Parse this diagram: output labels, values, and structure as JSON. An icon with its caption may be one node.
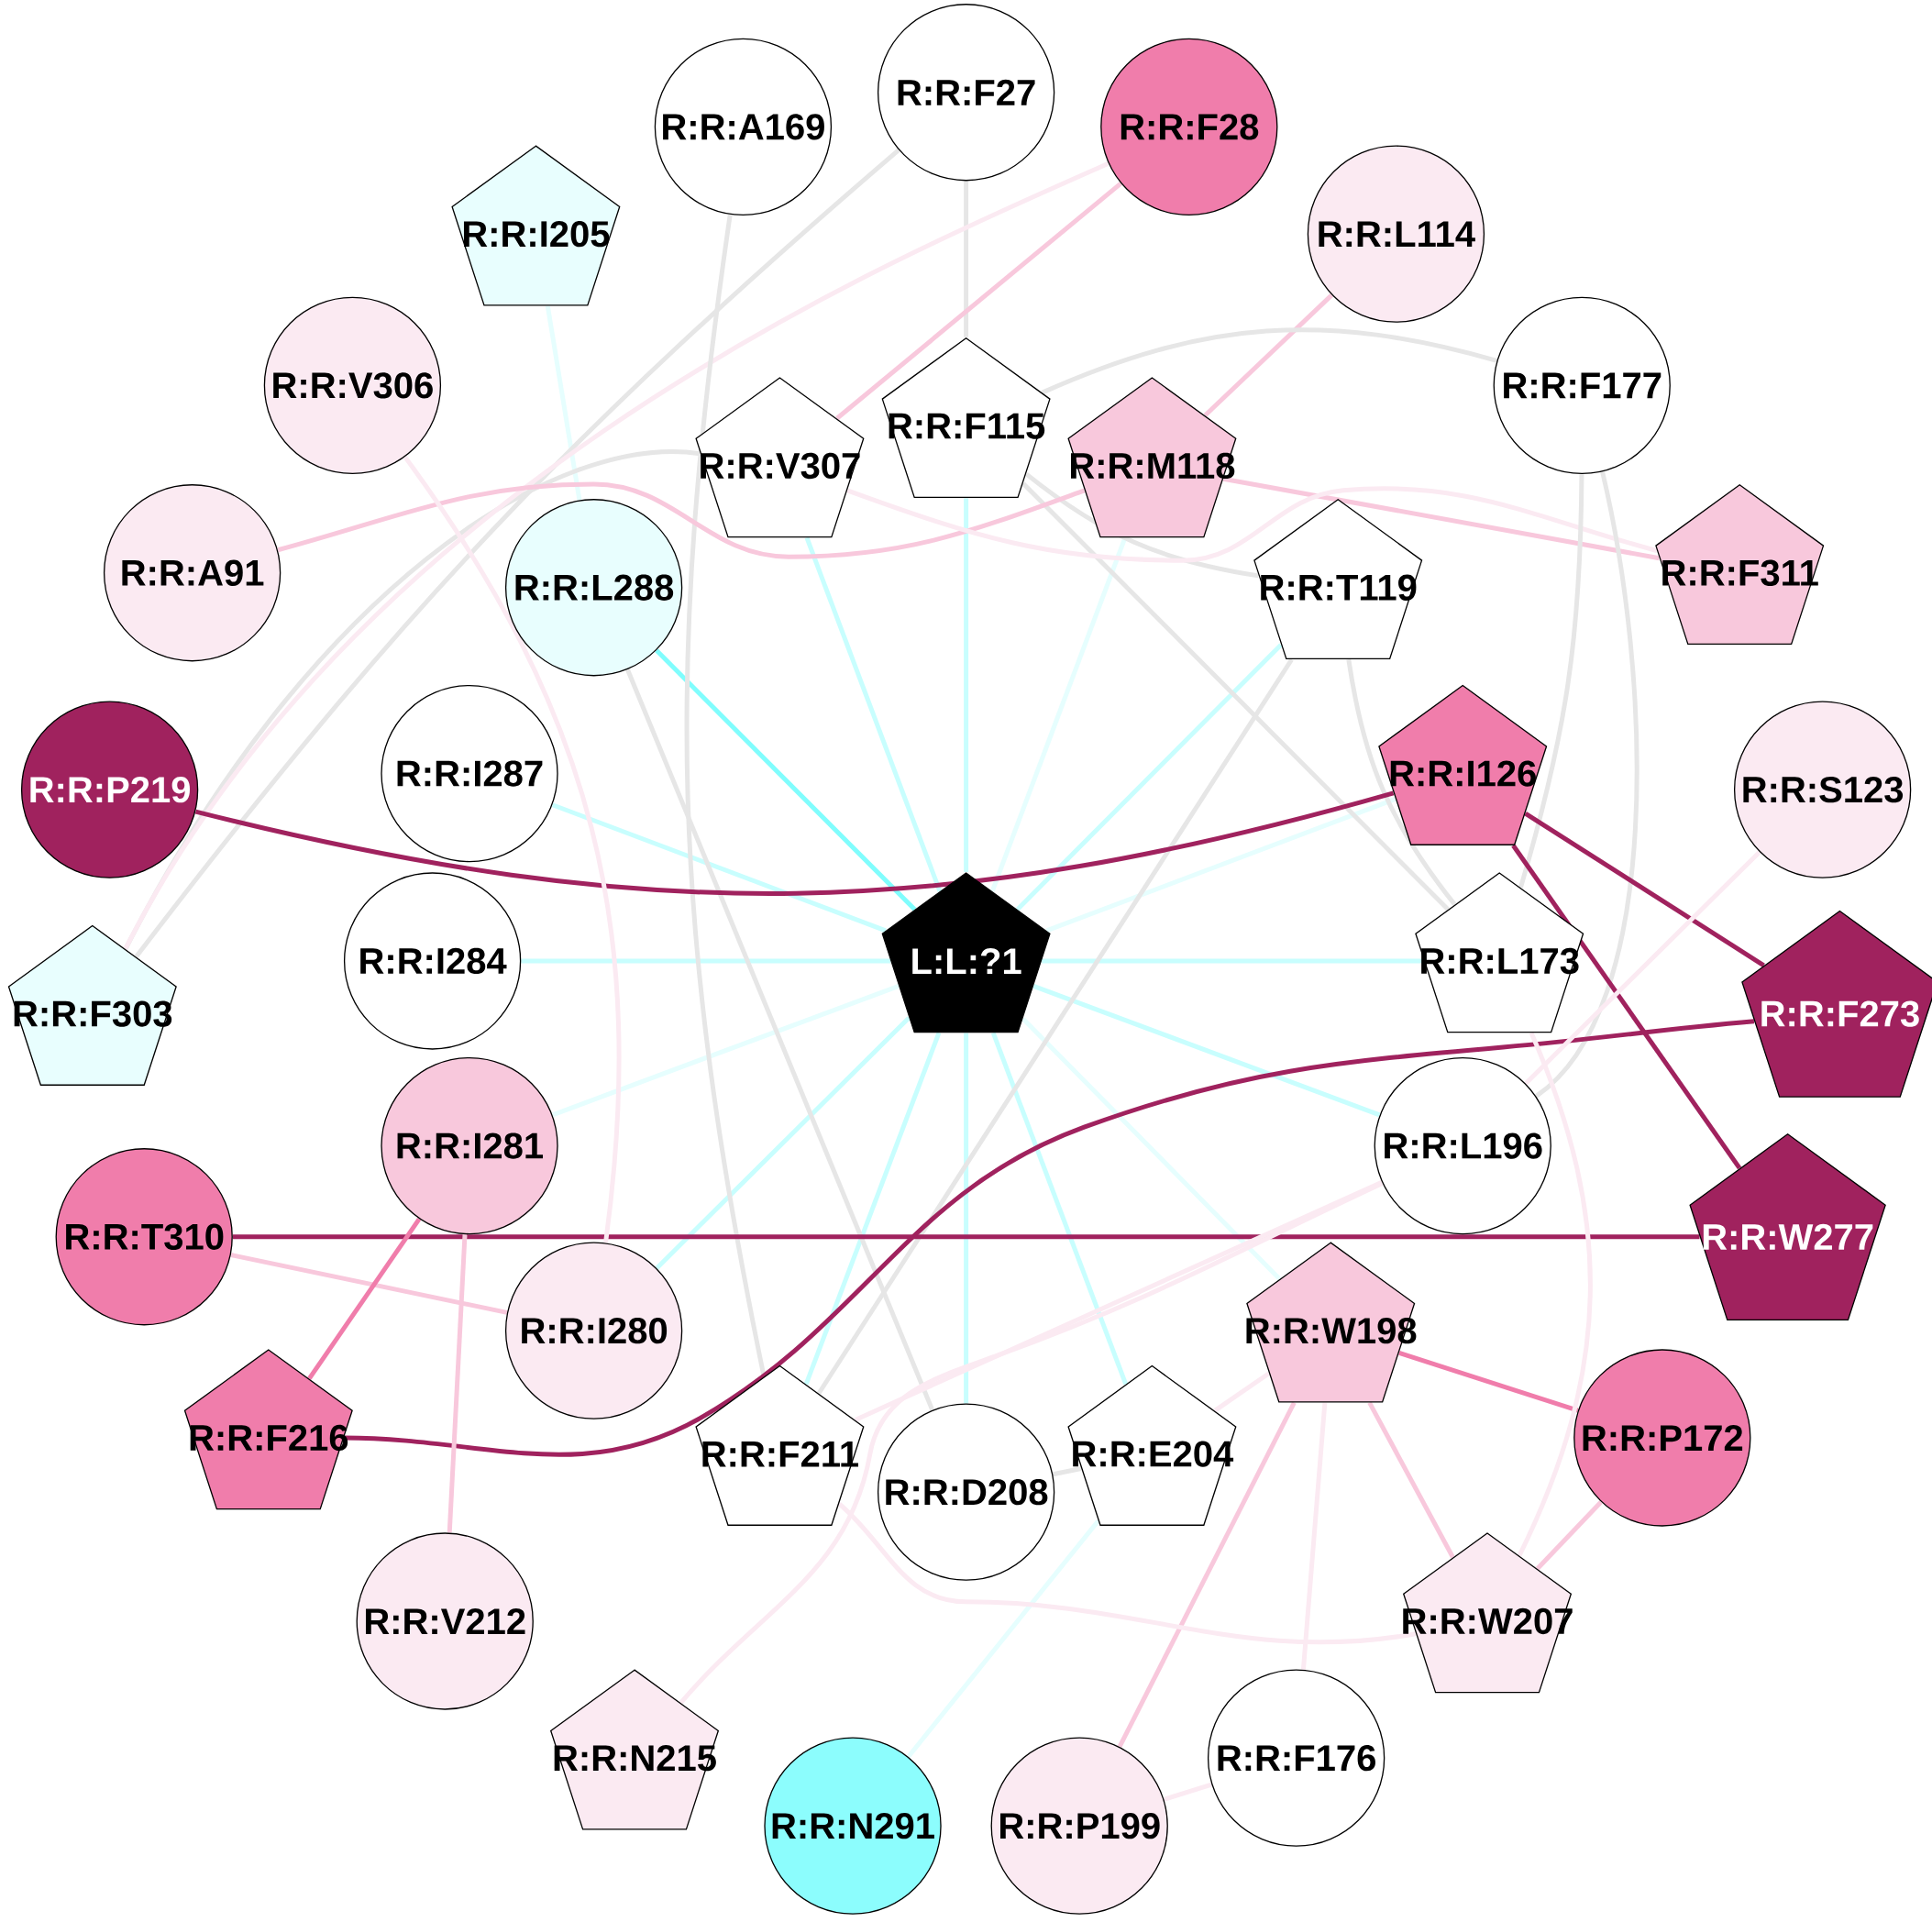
{
  "diagram": {
    "nodes": [
      {
        "text": [
          "R:R:F27"
        ]
      },
      {
        "text": [
          "R:R:A169"
        ]
      },
      {
        "text": [
          "R:R:F28"
        ]
      },
      {
        "text": [
          "R:R:I205"
        ]
      },
      {
        "text": [
          "R:R:L114"
        ]
      },
      {
        "text": [
          "R:R:V306"
        ]
      },
      {
        "text": [
          "R:R:F177"
        ]
      },
      {
        "text": [
          "R:R:F115"
        ]
      },
      {
        "text": [
          "R:R:V307"
        ]
      },
      {
        "text": [
          "R:R:M118"
        ]
      },
      {
        "text": [
          "R:R:A91"
        ]
      },
      {
        "text": [
          "R:R:F311"
        ]
      },
      {
        "text": [
          "R:R:L288"
        ]
      },
      {
        "text": [
          "R:R:T119"
        ]
      },
      {
        "text": [
          "R:R:I287"
        ]
      },
      {
        "text": [
          "R:R:I126"
        ]
      },
      {
        "text": [
          "R:R:P219"
        ]
      },
      {
        "text": [
          "R:R:S123"
        ]
      },
      {
        "text": [
          "R:R:I284"
        ]
      },
      {
        "text": [
          "L:L:?1"
        ]
      },
      {
        "text": [
          "R:R:L173"
        ]
      },
      {
        "text": [
          "R:R:F303"
        ]
      },
      {
        "text": [
          "R:R:F273"
        ]
      },
      {
        "text": [
          "R:R:I281"
        ]
      },
      {
        "text": [
          "R:R:L196"
        ]
      },
      {
        "text": [
          "R:R:T310"
        ]
      },
      {
        "text": [
          "R:R:W277"
        ]
      },
      {
        "text": [
          "R:R:I280"
        ]
      },
      {
        "text": [
          "R:R:W198"
        ]
      },
      {
        "text": [
          "R:R:F216"
        ]
      },
      {
        "text": [
          "R:R:P172"
        ]
      },
      {
        "text": [
          "R:R:F211"
        ]
      },
      {
        "text": [
          "R:R:E204"
        ]
      },
      {
        "text": [
          "R:R:D208"
        ]
      },
      {
        "text": [
          "R:R:V212"
        ]
      },
      {
        "text": [
          "R:R:W207"
        ]
      },
      {
        "text": [
          "R:R:N215"
        ]
      },
      {
        "text": [
          "R:R:F176"
        ]
      },
      {
        "text": [
          "R:R:N291"
        ]
      },
      {
        "text": [
          "R:R:P199"
        ]
      }
    ],
    "edges": [
      {
        "from": 19,
        "to": 12,
        "arrow": "none",
        "color": "#80fdfd"
      },
      {
        "from": 19,
        "to": 8,
        "arrow": "none",
        "color": "#c8fefe"
      },
      {
        "from": 19,
        "to": 7,
        "arrow": "none",
        "color": "#c8fefe"
      },
      {
        "from": 19,
        "to": 9,
        "arrow": "none",
        "color": "#e6fefe"
      },
      {
        "from": 19,
        "to": 13,
        "arrow": "none",
        "color": "#c8fefe"
      },
      {
        "from": 19,
        "to": 15,
        "arrow": "none",
        "color": "#e6fefe"
      },
      {
        "from": 19,
        "to": 20,
        "arrow": "none",
        "color": "#c8fefe"
      },
      {
        "from": 19,
        "to": 24,
        "arrow": "none",
        "color": "#c8fefe"
      },
      {
        "from": 19,
        "to": 28,
        "arrow": "none",
        "color": "#e6fefe"
      },
      {
        "from": 19,
        "to": 32,
        "arrow": "none",
        "color": "#c8fefe"
      },
      {
        "from": 19,
        "to": 33,
        "arrow": "none",
        "color": "#c8fefe"
      },
      {
        "from": 19,
        "to": 31,
        "arrow": "none",
        "color": "#c8fefe"
      },
      {
        "from": 19,
        "to": 27,
        "arrow": "none",
        "color": "#c8fefe"
      },
      {
        "from": 19,
        "to": 23,
        "arrow": "none",
        "color": "#e6fefe"
      },
      {
        "from": 19,
        "to": 18,
        "arrow": "none",
        "color": "#c8fefe"
      },
      {
        "from": 19,
        "to": 14,
        "arrow": "none",
        "color": "#c8fefe"
      },
      {
        "from": 3,
        "to": 12,
        "arrow": "none",
        "color": "#e6fefe"
      },
      {
        "from": 38,
        "to": 32,
        "arrow": "none",
        "color": "#e6fefe"
      },
      {
        "from": 0,
        "to": 7,
        "arrow": "none",
        "color": "#e6e6e6"
      },
      {
        "from": 0,
        "to": 21,
        "arrow": "none",
        "color": "#e6e6e6"
      },
      {
        "from": 8,
        "to": 21,
        "arrow": "none",
        "color": "#e6e6e6"
      },
      {
        "from": 2,
        "to": 21,
        "arrow": "none",
        "color": "#fbeaf2"
      },
      {
        "from": 1,
        "to": 31,
        "arrow": "none",
        "color": "#e6e6e6"
      },
      {
        "from": 2,
        "to": 8,
        "arrow": "none",
        "color": "#f8c8dc"
      },
      {
        "from": 4,
        "to": 9,
        "arrow": "none",
        "color": "#f8c8dc"
      },
      {
        "from": 7,
        "to": 6,
        "arrow": "none",
        "color": "#e6e6e6"
      },
      {
        "from": 7,
        "to": 20,
        "arrow": "none",
        "color": "#e6e6e6"
      },
      {
        "from": 7,
        "to": 13,
        "arrow": "none",
        "color": "#e6e6e6"
      },
      {
        "from": 10,
        "to": 9,
        "arrow": "none",
        "color": "#f8c8dc"
      },
      {
        "from": 9,
        "to": 11,
        "arrow": "none",
        "color": "#f8c8dc"
      },
      {
        "from": 8,
        "to": 11,
        "arrow": "none",
        "color": "#fbeaf2"
      },
      {
        "from": 12,
        "to": 33,
        "arrow": "none",
        "color": "#e6e6e6"
      },
      {
        "from": 13,
        "to": 31,
        "arrow": "none",
        "color": "#e6e6e6"
      },
      {
        "from": 13,
        "to": 20,
        "arrow": "none",
        "color": "#e6e6e6"
      },
      {
        "from": 6,
        "to": 20,
        "arrow": "none",
        "color": "#e6e6e6"
      },
      {
        "from": 6,
        "to": 24,
        "arrow": "none",
        "color": "#e6e6e6"
      },
      {
        "from": 16,
        "to": 15,
        "arrow": "none",
        "color": "#a0225e"
      },
      {
        "from": 15,
        "to": 22,
        "arrow": "none",
        "color": "#a0225e"
      },
      {
        "from": 15,
        "to": 26,
        "arrow": "none",
        "color": "#a0225e"
      },
      {
        "from": 22,
        "to": 29,
        "arrow": "none",
        "color": "#a0225e"
      },
      {
        "from": 25,
        "to": 26,
        "arrow": "none",
        "color": "#a0225e"
      },
      {
        "from": 25,
        "to": 27,
        "arrow": "none",
        "color": "#f8c8dc"
      },
      {
        "from": 23,
        "to": 29,
        "arrow": "none",
        "color": "#f07dab"
      },
      {
        "from": 23,
        "to": 34,
        "arrow": "none",
        "color": "#f8c8dc"
      },
      {
        "from": 5,
        "to": 27,
        "arrow": "none",
        "color": "#fbeaf2"
      },
      {
        "from": 17,
        "to": 24,
        "arrow": "none",
        "color": "#fbeaf2"
      },
      {
        "from": 24,
        "to": 36,
        "arrow": "none",
        "color": "#fbeaf2"
      },
      {
        "from": 28,
        "to": 32,
        "arrow": "none",
        "color": "#fbeaf2"
      },
      {
        "from": 33,
        "to": 32,
        "arrow": "none",
        "color": "#e6e6e6"
      },
      {
        "from": 28,
        "to": 30,
        "arrow": "none",
        "color": "#f07dab"
      },
      {
        "from": 28,
        "to": 35,
        "arrow": "none",
        "color": "#f8c8dc"
      },
      {
        "from": 28,
        "to": 39,
        "arrow": "none",
        "color": "#f8c8dc"
      },
      {
        "from": 28,
        "to": 37,
        "arrow": "none",
        "color": "#fbeaf2"
      },
      {
        "from": 30,
        "to": 35,
        "arrow": "none",
        "color": "#f8c8dc"
      },
      {
        "from": 39,
        "to": 37,
        "arrow": "none",
        "color": "#fbeaf2"
      },
      {
        "from": 31,
        "to": 35,
        "arrow": "none",
        "color": "#fbeaf2"
      },
      {
        "from": 20,
        "to": 35,
        "arrow": "none",
        "color": "#fbeaf2"
      },
      {
        "from": 24,
        "to": 31,
        "arrow": "none",
        "color": "#fbeaf2"
      }
    ]
  }
}
